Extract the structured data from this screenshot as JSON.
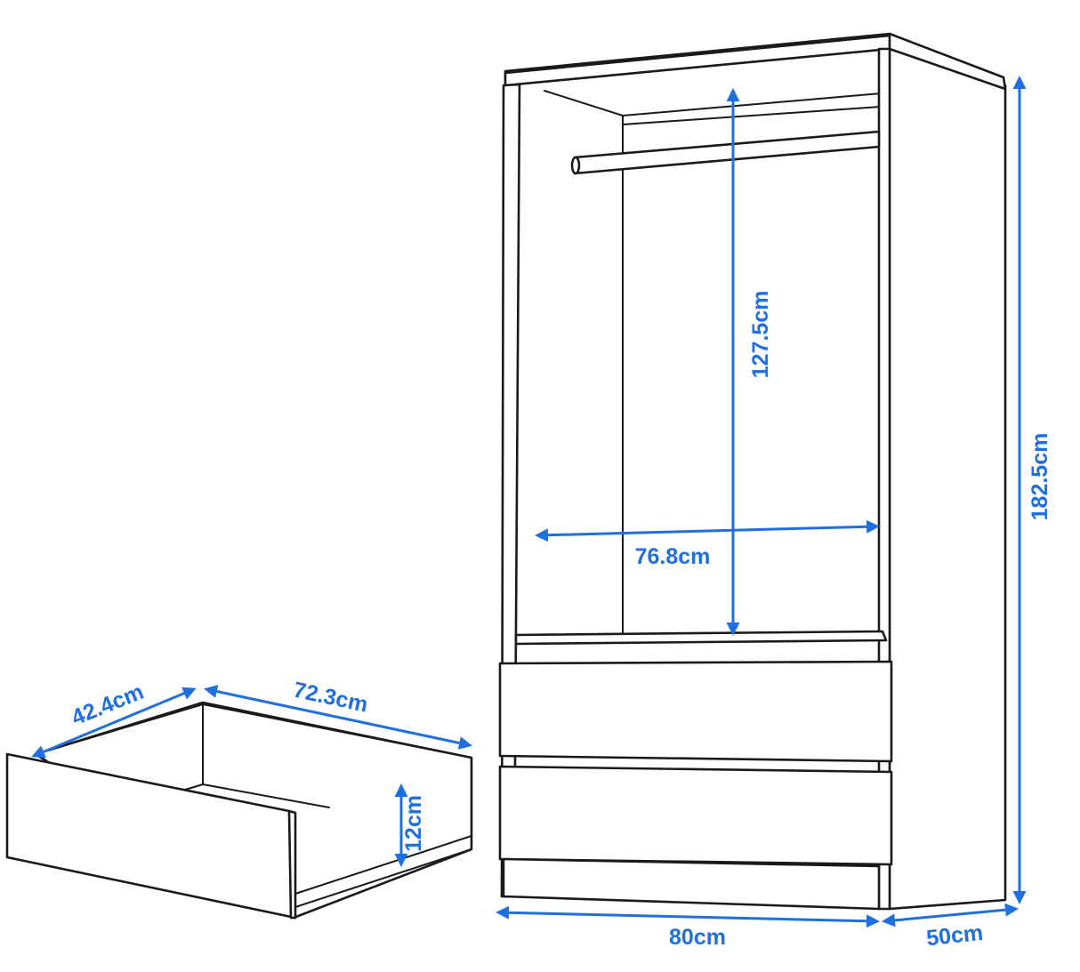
{
  "diagram": {
    "accent_color": "#1f6fe0",
    "outline_color": "#1a1a1a",
    "dimensions": {
      "drawer_depth": "42.4cm",
      "drawer_width": "72.3cm",
      "drawer_height": "12cm",
      "hanging_height": "127.5cm",
      "inner_width": "76.8cm",
      "total_height": "182.5cm",
      "total_width": "80cm",
      "total_depth": "50cm"
    }
  }
}
